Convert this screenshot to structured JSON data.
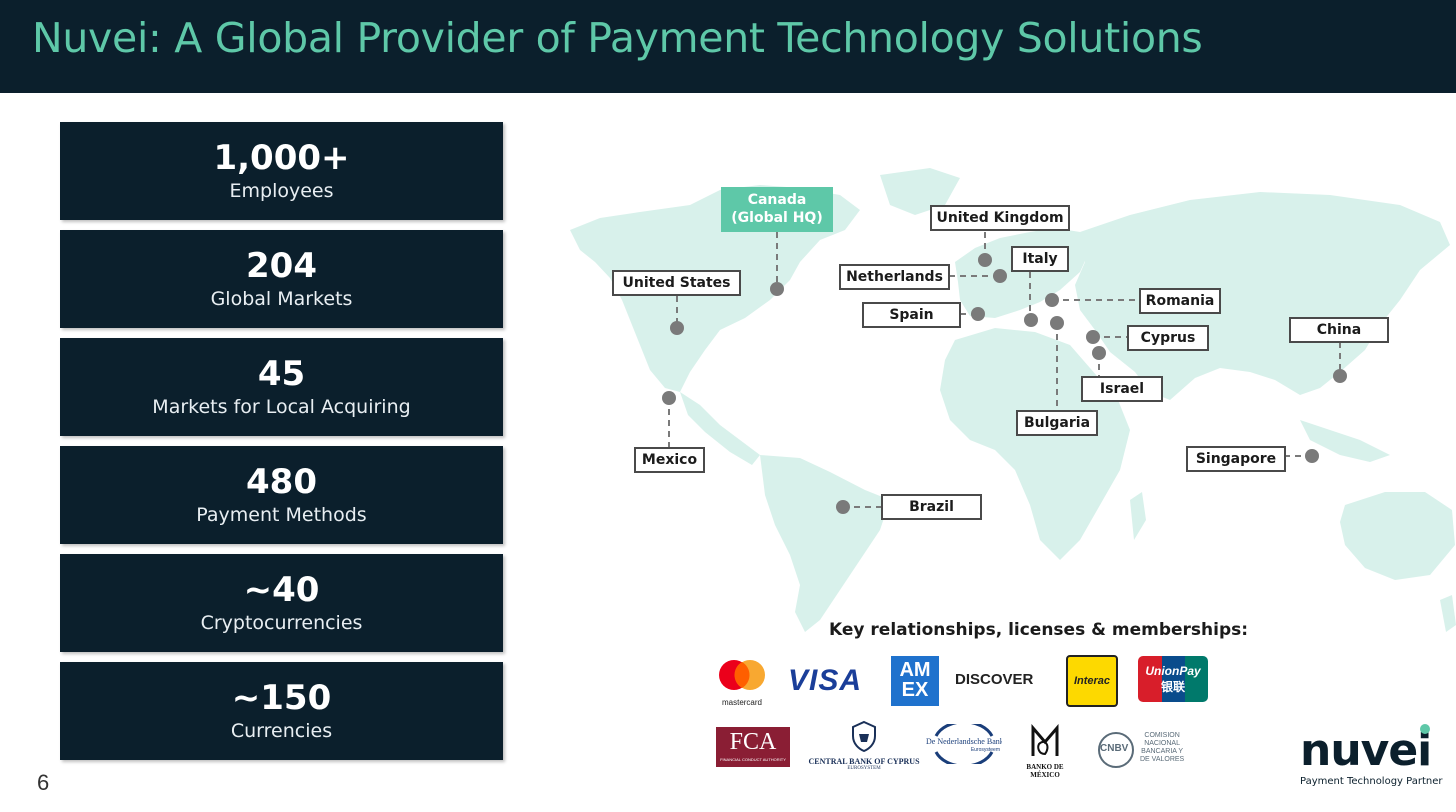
{
  "title": "Nuvei: A Global Provider of Payment Technology Solutions",
  "stats": [
    {
      "value": "1,000+",
      "label": "Employees"
    },
    {
      "value": "204",
      "label": "Global Markets"
    },
    {
      "value": "45",
      "label": "Markets for Local Acquiring"
    },
    {
      "value": "480",
      "label": "Payment Methods"
    },
    {
      "value": "~40",
      "label": "Cryptocurrencies"
    },
    {
      "value": "~150",
      "label": "Currencies"
    }
  ],
  "page_number": "6",
  "map": {
    "hq_line1": "Canada",
    "hq_line2": "(Global HQ)",
    "locations": {
      "united_states": "United States",
      "united_kingdom": "United Kingdom",
      "netherlands": "Netherlands",
      "italy": "Italy",
      "spain": "Spain",
      "romania": "Romania",
      "cyprus": "Cyprus",
      "israel": "Israel",
      "bulgaria": "Bulgaria",
      "china": "China",
      "singapore": "Singapore",
      "mexico": "Mexico",
      "brazil": "Brazil"
    }
  },
  "relationships": {
    "title": "Key relationships, licenses & memberships:",
    "mastercard": "mastercard",
    "visa": "VISA",
    "amex_line1": "AM",
    "amex_line2": "EX",
    "discover": "DISCOVER",
    "interac": "Interac",
    "unionpay": "UnionPay",
    "unionpay_cn": "银联",
    "fca": "FCA",
    "fca_sub": "FINANCIAL CONDUCT AUTHORITY",
    "cbc_line1": "CENTRAL BANK OF CYPRUS",
    "cbc_line2": "EUROSYSTEM",
    "dnb_line1": "De Nederlandsche Bank",
    "dnb_line2": "Eurosysteem",
    "banxico": "BANKO DE MÉXICO",
    "cnbv": "CNBV",
    "cnbv_line1": "COMISION",
    "cnbv_line2": "NACIONAL",
    "cnbv_line3": "BANCARIA Y",
    "cnbv_line4": "DE VALORES"
  },
  "brand": {
    "name": "nuvei",
    "tagline": "Payment Technology Partner"
  },
  "colors": {
    "navy": "#0b1f2c",
    "teal": "#5ec8a8",
    "map": "#d8f1eb",
    "pin": "#7a7a7a"
  }
}
